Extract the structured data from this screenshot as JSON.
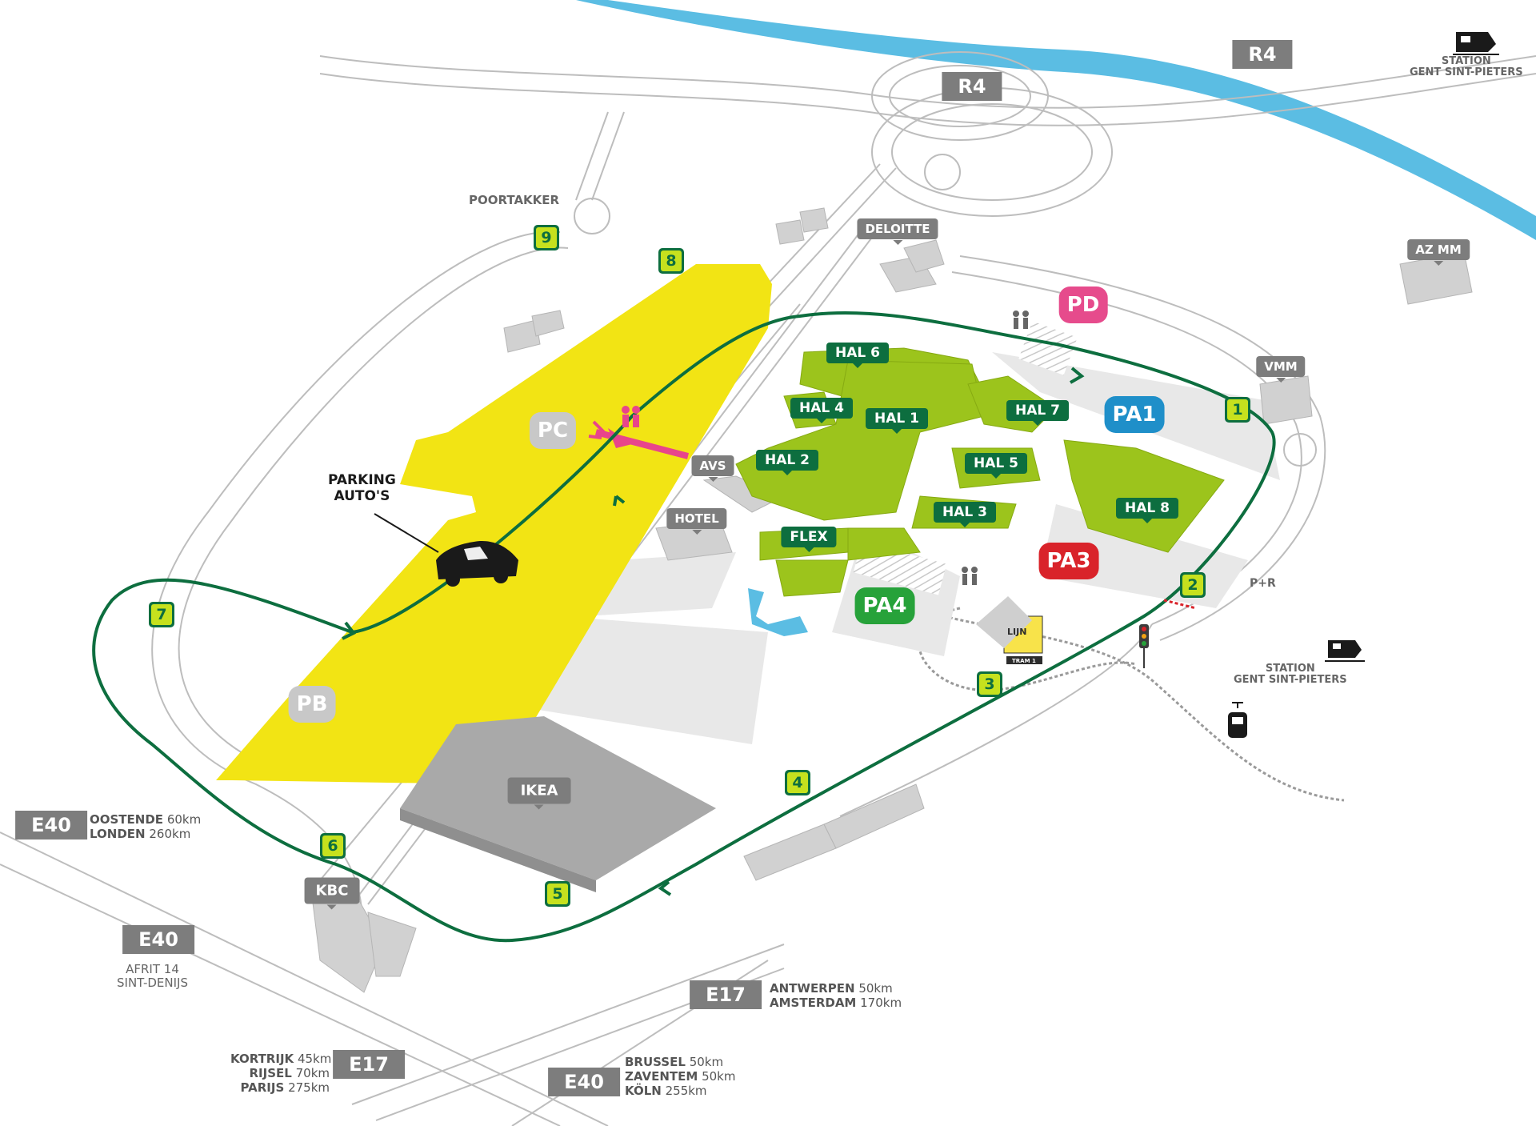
{
  "colors": {
    "route": "#0d6e3f",
    "hall_green": "#9cc41c",
    "parking_yellow": "#f2e414",
    "river": "#5bbde3",
    "road_gray": "#7d7d7d",
    "pd_pink": "#e64b8c",
    "pa1_blue": "#1f8fc9",
    "pa3_red": "#d9232a",
    "pa4_green": "#27a23a",
    "pc_gray": "#c8c8c8",
    "walkway_pink": "#e8458b"
  },
  "roads": {
    "r4_a": "R4",
    "r4_b": "R4",
    "e40_west": "E40",
    "e40_southwest": "E40",
    "e17_south": "E17",
    "e17_southeast": "E17",
    "e40_south": "E40"
  },
  "places": {
    "poortakker": "POORTAKKER",
    "station_top": [
      "STATION",
      "GENT SINT-PIETERS"
    ],
    "station_right": [
      "STATION",
      "GENT SINT-PIETERS"
    ],
    "pr": "P+R",
    "afrit": [
      "AFRIT 14",
      "SINT-DENIJS"
    ],
    "parking_autos": [
      "PARKING",
      "AUTO'S"
    ]
  },
  "tags": {
    "deloitte": "DELOITTE",
    "az_mm": "AZ MM",
    "vmm": "VMM",
    "avs": "AVS",
    "hotel": "HOTEL",
    "ikea": "IKEA",
    "kbc": "KBC"
  },
  "halls": {
    "hal6": "HAL 6",
    "hal4": "HAL 4",
    "hal1": "HAL 1",
    "hal7": "HAL 7",
    "hal2": "HAL 2",
    "hal5": "HAL 5",
    "hal3": "HAL 3",
    "hal8": "HAL 8",
    "flex": "FLEX"
  },
  "parkings": {
    "pd": "PD",
    "pa1": "PA1",
    "pc": "PC",
    "pa3": "PA3",
    "pa4": "PA4",
    "pb": "PB"
  },
  "exits": {
    "e1": "1",
    "e2": "2",
    "e3": "3",
    "e4": "4",
    "e5": "5",
    "e6": "6",
    "e7": "7",
    "e8": "8",
    "e9": "9"
  },
  "tram": {
    "brand": "LIJN",
    "line": "TRAM 1"
  },
  "destinations": {
    "west": [
      {
        "city": "OOSTENDE",
        "dist": "60km"
      },
      {
        "city": "LONDEN",
        "dist": "260km"
      }
    ],
    "e17_north": [
      {
        "city": "ANTWERPEN",
        "dist": "50km"
      },
      {
        "city": "AMSTERDAM",
        "dist": "170km"
      }
    ],
    "e17_south": [
      {
        "city": "KORTRIJK",
        "dist": "45km"
      },
      {
        "city": "RIJSEL",
        "dist": "70km"
      },
      {
        "city": "PARIJS",
        "dist": "275km"
      }
    ],
    "e40_east": [
      {
        "city": "BRUSSEL",
        "dist": "50km"
      },
      {
        "city": "ZAVENTEM",
        "dist": "50km"
      },
      {
        "city": "KÖLN",
        "dist": "255km"
      }
    ]
  }
}
